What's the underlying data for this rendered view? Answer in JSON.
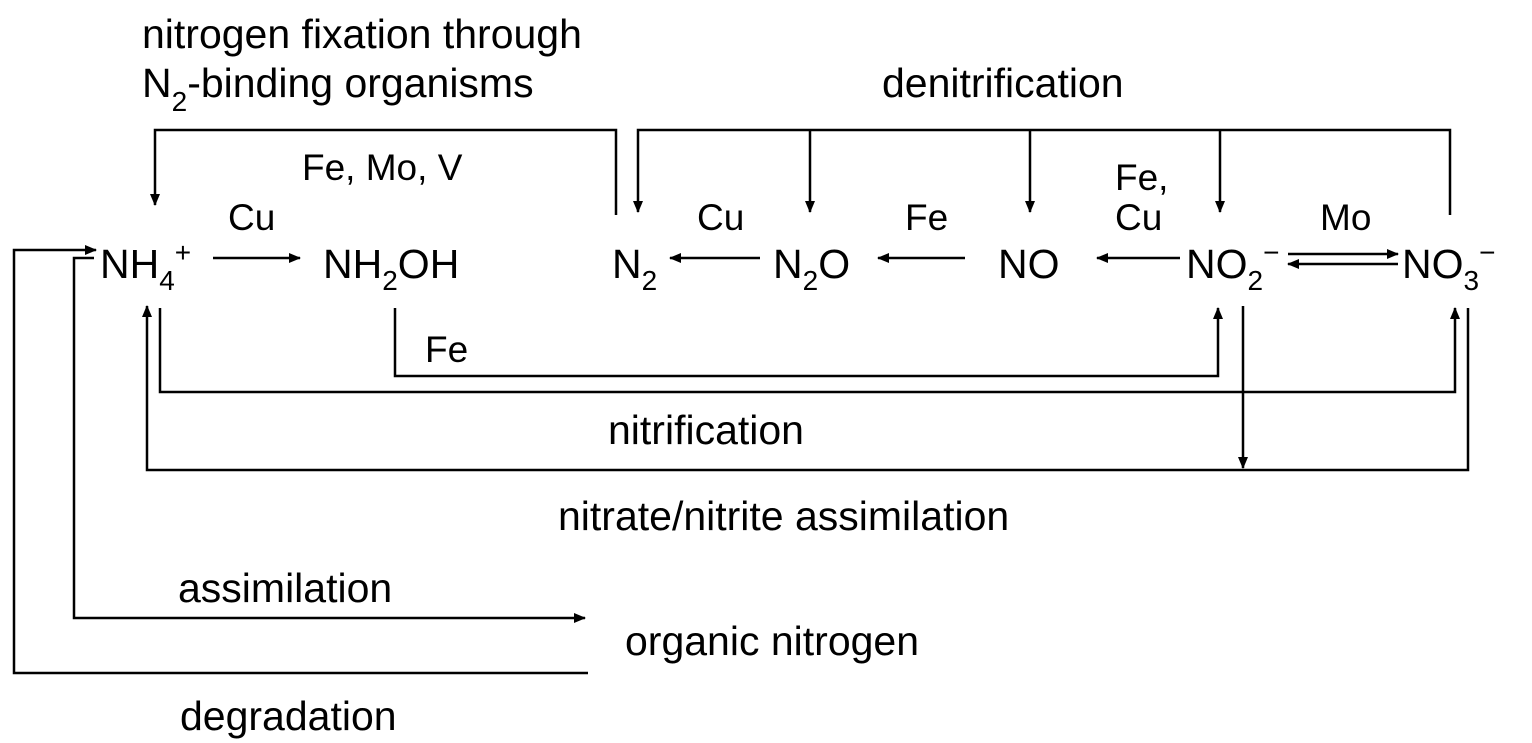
{
  "labels": {
    "fixation_line1": "nitrogen fixation through",
    "fixation_line2_n": "N",
    "fixation_line2_sub": "2",
    "fixation_line2_rest": "-binding organisms",
    "fixation_metals": "Fe, Mo, V",
    "denitrification": "denitrification",
    "nitrification": "nitrification",
    "nitrate_assimilation": "nitrate/nitrite assimilation",
    "assimilation": "assimilation",
    "organic_nitrogen": "organic nitrogen",
    "degradation": "degradation"
  },
  "catalysts": {
    "nh4_to_nh2oh": "Cu",
    "n2o_to_n2": "Cu",
    "no_to_n2o": "Fe",
    "no2_to_no_a": "Fe,",
    "no2_to_no_b": "Cu",
    "no2_no3": "Mo",
    "nh2oh_to_no2": "Fe"
  },
  "species": {
    "nh4": {
      "base": "NH",
      "sub": "4",
      "sup": "+"
    },
    "nh2oh": {
      "base": "NH",
      "sub": "2",
      "rest": "OH"
    },
    "n2": {
      "base": "N",
      "sub": "2"
    },
    "n2o": {
      "base": "N",
      "sub": "2",
      "rest": "O"
    },
    "no": {
      "base": "NO"
    },
    "no2": {
      "base": "NO",
      "sub": "2",
      "sup": "−"
    },
    "no3": {
      "base": "NO",
      "sub": "3",
      "sup": "−"
    }
  },
  "colors": {
    "ink": "#000000",
    "background": "#ffffff"
  }
}
